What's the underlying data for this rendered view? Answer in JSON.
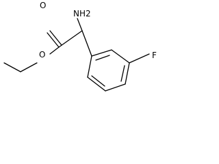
{
  "labels": {
    "amine": "NH2",
    "carbonyl_oxygen": "O",
    "ester_oxygen": "O",
    "fluorine": "F"
  }
}
